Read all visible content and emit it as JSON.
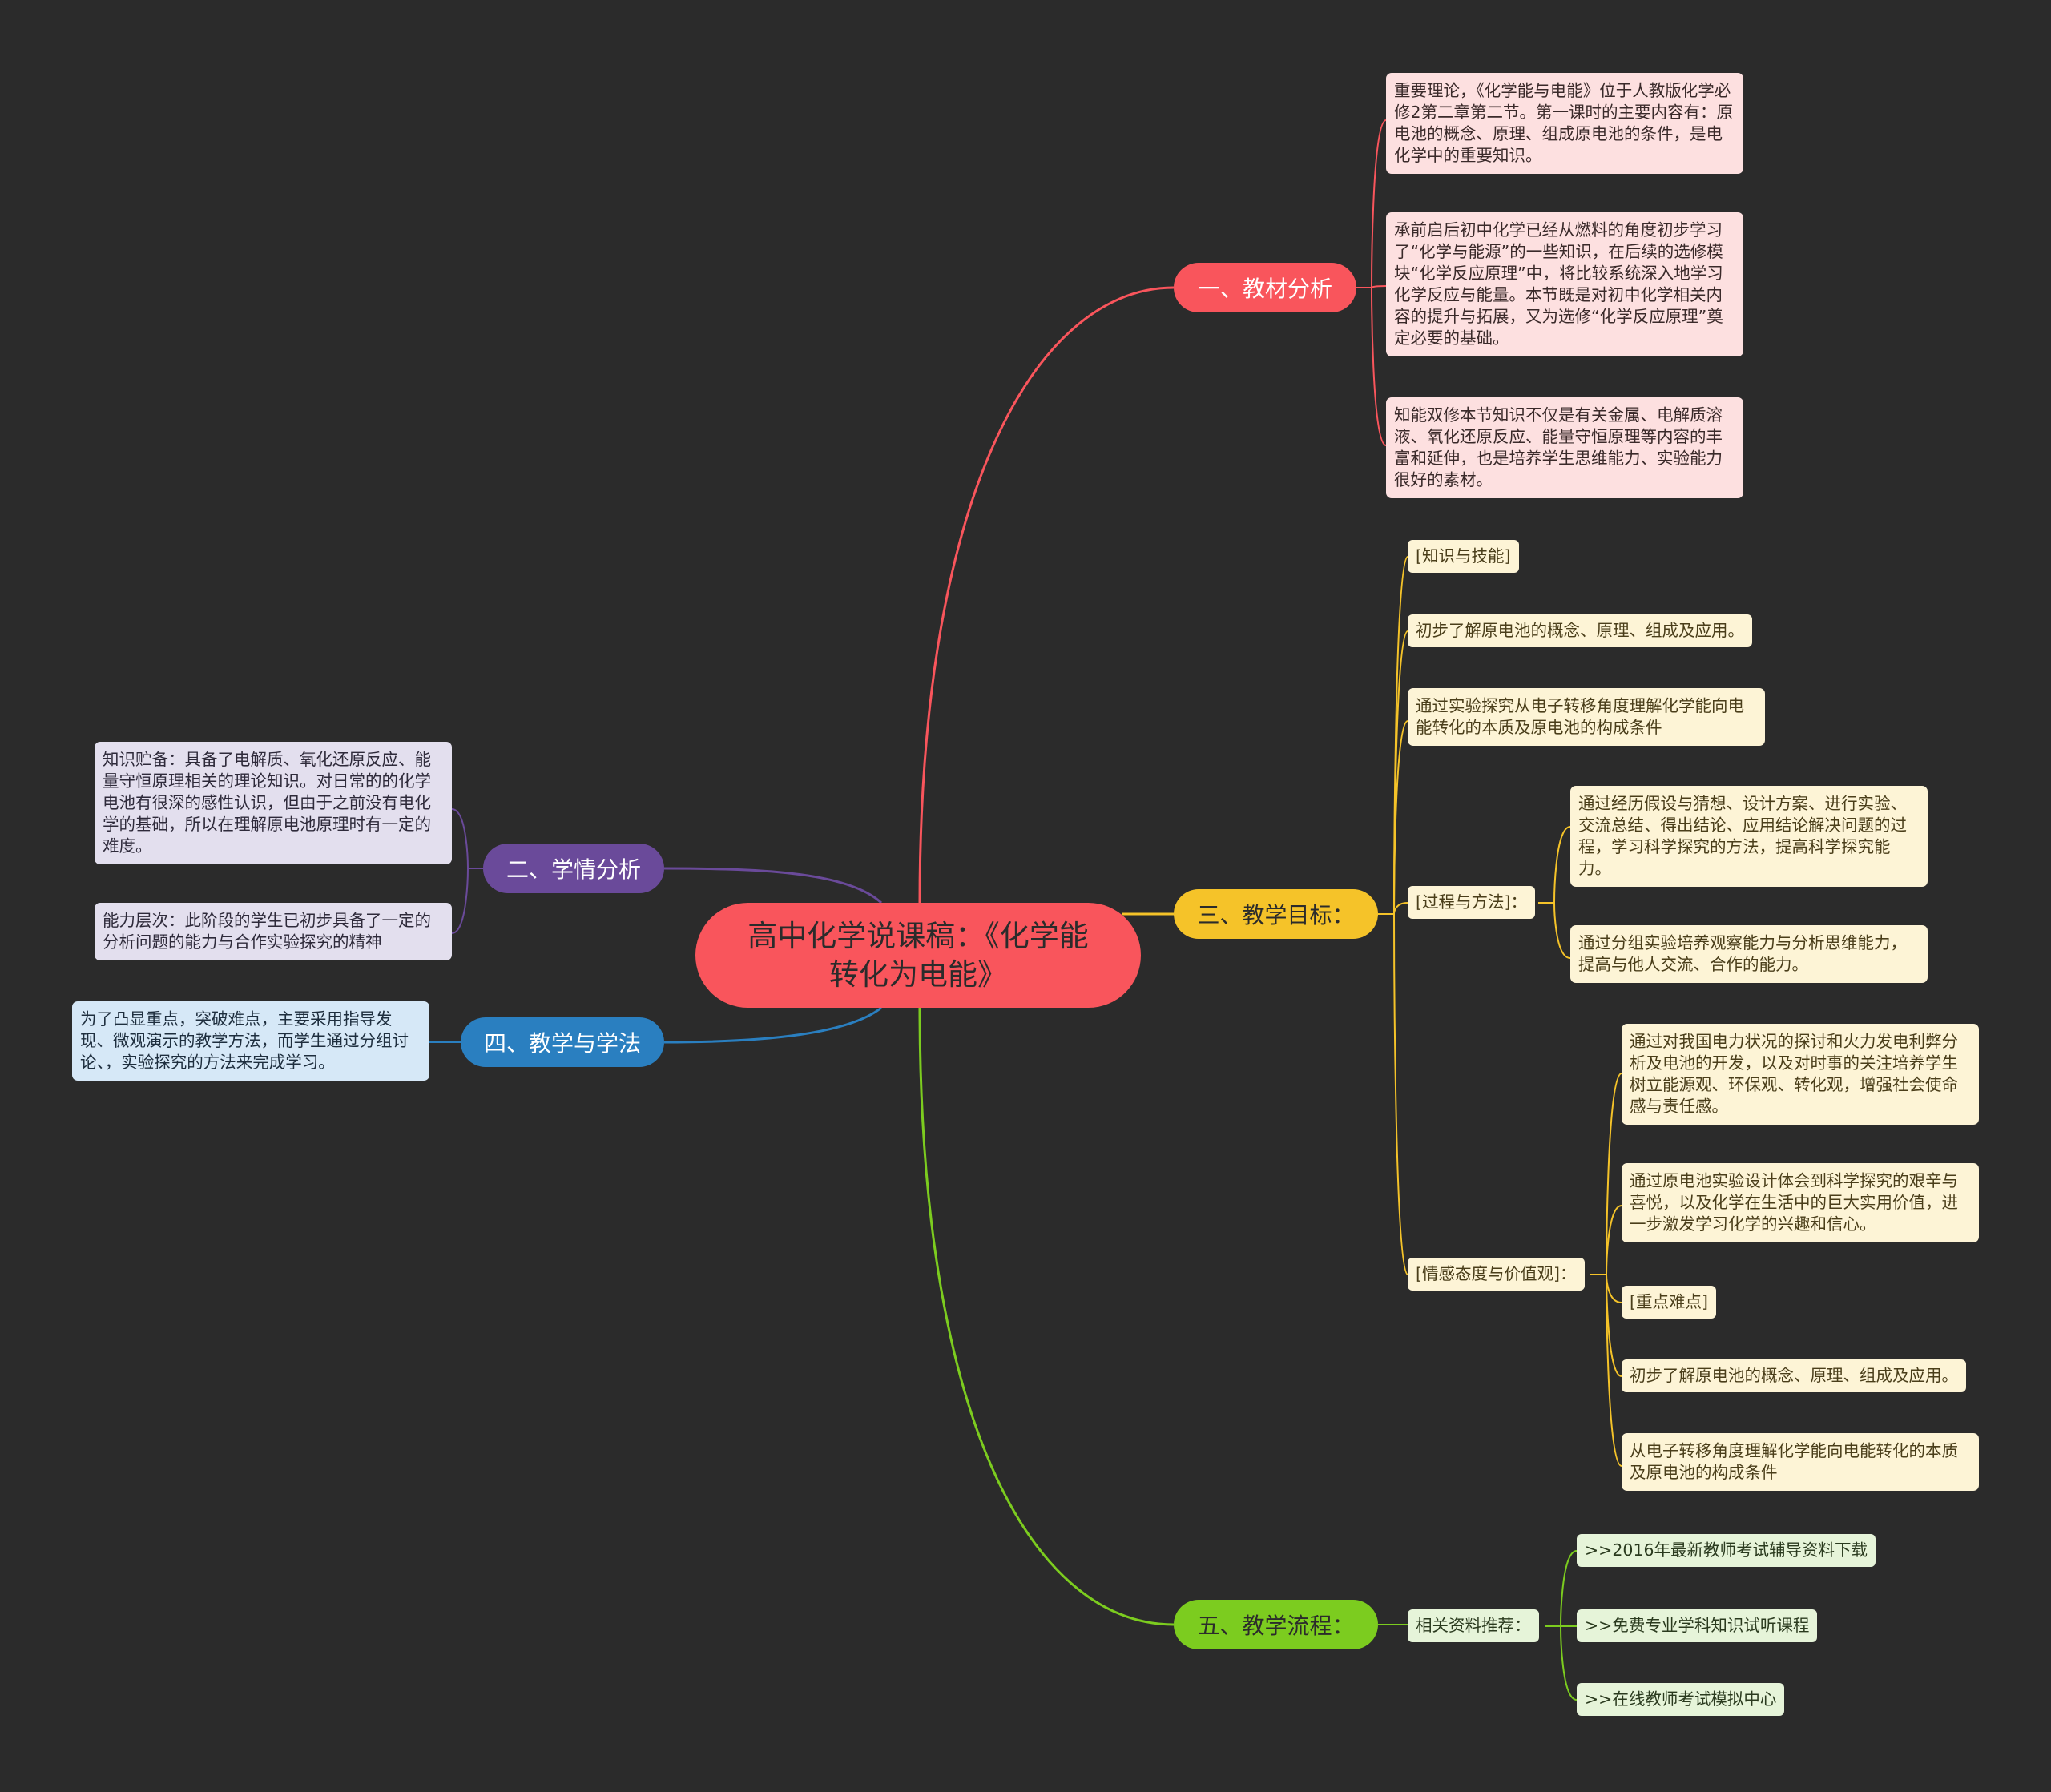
{
  "root": {
    "title": "高中化学说课稿：《化学能转化为电能》"
  },
  "colors": {
    "background": "#2b2b2b",
    "branch_materials": "#f9555c",
    "branch_objectives": "#f5c329",
    "branch_process": "#7ccc1f",
    "branch_students": "#6a4a9a",
    "branch_methods": "#2a7fc0"
  },
  "branches": {
    "materials": {
      "label": "一、教材分析",
      "notes": [
        "重要理论，《化学能与电能》位于人教版化学必修2第二章第二节。第一课时的主要内容有：原电池的概念、原理、组成原电池的条件，是电化学中的重要知识。",
        "承前启后初中化学已经从燃料的角度初步学习了“化学与能源”的一些知识，在后续的选修模块“化学反应原理”中，将比较系统深入地学习化学反应与能量。本节既是对初中化学相关内容的提升与拓展，又为选修“化学反应原理”奠定必要的基础。",
        "知能双修本节知识不仅是有关金属、电解质溶液、氧化还原反应、能量守恒原理等内容的丰富和延伸，也是培养学生思维能力、实验能力很好的素材。"
      ]
    },
    "objectives": {
      "label": "三、教学目标：",
      "knowledge": {
        "label": "[知识与技能]",
        "items": [
          "初步了解原电池的概念、原理、组成及应用。",
          "通过实验探究从电子转移角度理解化学能向电能转化的本质及原电池的构成条件"
        ]
      },
      "process": {
        "label": "[过程与方法]：",
        "items": [
          "通过经历假设与猜想、设计方案、进行实验、交流总结、得出结论、应用结论解决问题的过程，学习科学探究的方法，提高科学探究能力。",
          "通过分组实验培养观察能力与分析思维能力，提高与他人交流、合作的能力。"
        ]
      },
      "emotion": {
        "label": "[情感态度与价值观]：",
        "items": [
          "通过对我国电力状况的探讨和火力发电利弊分析及电池的开发，以及对时事的关注培养学生树立能源观、环保观、转化观，增强社会使命感与责任感。",
          "通过原电池实验设计体会到科学探究的艰辛与喜悦，以及化学在生活中的巨大实用价值，进一步激发学习化学的兴趣和信心。",
          "[重点难点]",
          "初步了解原电池的概念、原理、组成及应用。",
          "从电子转移角度理解化学能向电能转化的本质及原电池的构成条件"
        ]
      }
    },
    "process": {
      "label": "五、教学流程：",
      "resources_label": "相关资料推荐：",
      "links": [
        ">>2016年最新教师考试辅导资料下载",
        ">>免费专业学科知识试听课程",
        ">>在线教师考试模拟中心"
      ]
    },
    "students": {
      "label": "二、学情分析",
      "notes": [
        "知识贮备：具备了电解质、氧化还原反应、能量守恒原理相关的理论知识。对日常的的化学电池有很深的感性认识，但由于之前没有电化学的基础，所以在理解原电池原理时有一定的难度。",
        "能力层次：此阶段的学生已初步具备了一定的分析问题的能力与合作实验探究的精神"
      ]
    },
    "methods": {
      "label": "四、教学与学法",
      "notes": [
        "为了凸显重点，突破难点，主要采用指导发现、微观演示的教学方法，而学生通过分组讨论、，实验探究的方法来完成学习。"
      ]
    }
  }
}
